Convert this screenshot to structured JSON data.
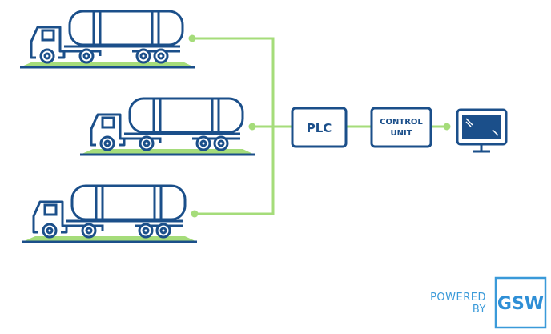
{
  "nodes": {
    "plc": {
      "label": "PLC"
    },
    "control_unit": {
      "label_line1": "CONTROL",
      "label_line2": "UNIT"
    },
    "monitor": {
      "icon": "monitor-icon"
    }
  },
  "trucks": [
    {
      "icon": "tanker-truck-on-scale-icon"
    },
    {
      "icon": "tanker-truck-on-scale-icon"
    },
    {
      "icon": "tanker-truck-on-scale-icon"
    }
  ],
  "branding": {
    "powered_line1": "POWERED",
    "powered_line2": "BY",
    "logo_text": "GSW"
  },
  "colors": {
    "primary": "#1b4f8a",
    "connector": "#a5dc7a",
    "brand": "#3a9ad9"
  }
}
